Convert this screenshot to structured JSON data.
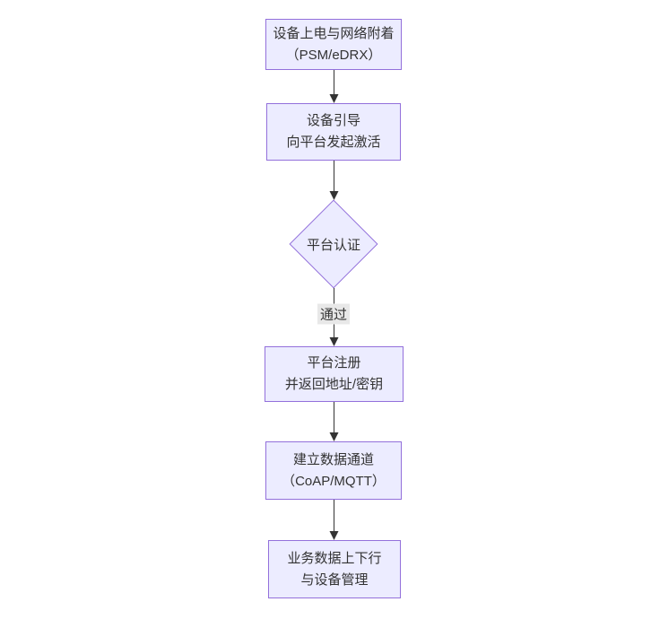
{
  "diagram": {
    "type": "flowchart",
    "direction": "top-down",
    "nodes": [
      {
        "id": "attach",
        "shape": "rect",
        "lines": [
          "设备上电与网络附着",
          "（PSM/eDRX）"
        ]
      },
      {
        "id": "bootstrap",
        "shape": "rect",
        "lines": [
          "设备引导",
          "向平台发起激活"
        ]
      },
      {
        "id": "auth",
        "shape": "diamond",
        "lines": [
          "平台认证"
        ]
      },
      {
        "id": "register",
        "shape": "rect",
        "lines": [
          "平台注册",
          "并返回地址/密钥"
        ]
      },
      {
        "id": "channel",
        "shape": "rect",
        "lines": [
          "建立数据通道",
          "（CoAP/MQTT）"
        ]
      },
      {
        "id": "business",
        "shape": "rect",
        "lines": [
          "业务数据上下行",
          "与设备管理"
        ]
      }
    ],
    "edges": [
      {
        "from": "attach",
        "to": "bootstrap",
        "label": ""
      },
      {
        "from": "bootstrap",
        "to": "auth",
        "label": ""
      },
      {
        "from": "auth",
        "to": "register",
        "label": "通过"
      },
      {
        "from": "register",
        "to": "channel",
        "label": ""
      },
      {
        "from": "channel",
        "to": "business",
        "label": ""
      }
    ],
    "colors": {
      "node_fill": "#ECECFF",
      "node_border": "#9370DB",
      "arrow": "#333333",
      "edge_label_bg": "#e8e8e8",
      "text": "#333333",
      "background": "#ffffff"
    }
  }
}
